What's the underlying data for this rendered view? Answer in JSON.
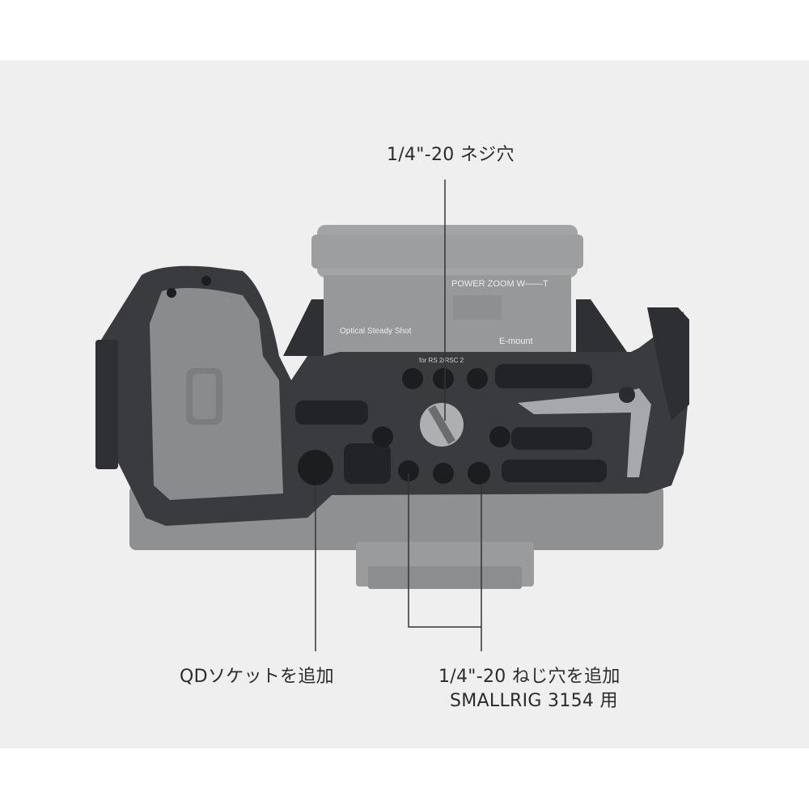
{
  "callouts": {
    "top": "1/4\"-20 ネジ穴",
    "qd": "QDソケットを追加",
    "right_line1": "1/4\"-20 ねじ穴を追加",
    "right_line2": "SMALLRIG 3154 用"
  },
  "lens_markings": {
    "power_zoom": "POWER ZOOM  W——T",
    "e_mount": "E-mount",
    "steady": "Optical Steady Shot",
    "plate": "for RS 2/RSC 2"
  },
  "colors": {
    "background": "#efefef",
    "cage": "#3a3b3e",
    "camera": "#8e8f91",
    "text": "#2b2b2b"
  }
}
